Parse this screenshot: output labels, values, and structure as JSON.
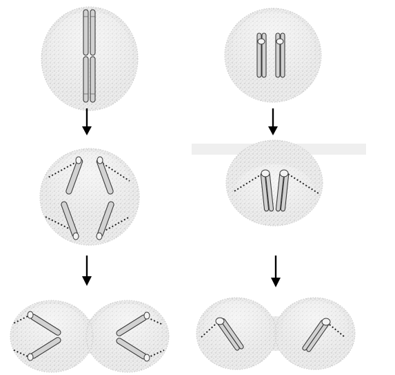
{
  "diagram": {
    "columns": [
      {
        "stages": [
          "cell-elongated-pairs",
          "chromosomes-separating-four",
          "two-daughter-cells-four"
        ]
      },
      {
        "stages": [
          "cell-two-pairs",
          "chromosomes-paired-spindle",
          "two-daughter-cells-two"
        ]
      }
    ],
    "colors": {
      "cell": "#e0e0e0",
      "chromosome": "#d2d2d2",
      "outline": "#3a3a3a",
      "spindle": "#222222",
      "arrow": "#000000"
    }
  }
}
